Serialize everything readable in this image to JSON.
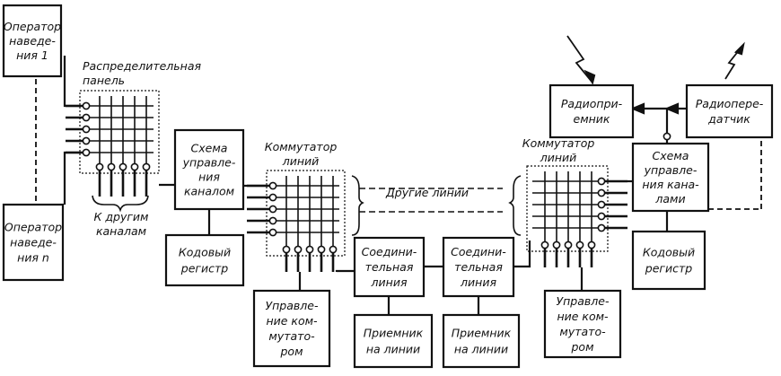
{
  "blocks": {
    "operator1": [
      "Оператор",
      "наведе-",
      "ния 1"
    ],
    "operatorN": [
      "Оператор",
      "наведе-",
      "ния n"
    ],
    "distPanel": [
      "Распределительная",
      "панель"
    ],
    "toOtherChannels": [
      "К другим",
      "каналам"
    ],
    "channelCtrlLeft": [
      "Схема",
      "управле-",
      "ния",
      "каналом"
    ],
    "codeRegLeft": [
      "Кодовый",
      "регистр"
    ],
    "switchLeftTitle": [
      "Коммутатор",
      "линий"
    ],
    "switchCtrlLeft": [
      "Управле-",
      "ние ком-",
      "мутато-",
      "ром"
    ],
    "otherLines": "Другие линии",
    "connLine1": [
      "Соедини-",
      "тельная",
      "линия"
    ],
    "connLine2": [
      "Соедини-",
      "тельная",
      "линия"
    ],
    "lineRecv1": [
      "Приемник",
      "на линии"
    ],
    "lineRecv2": [
      "Приемник",
      "на линии"
    ],
    "switchRightTitle": [
      "Коммутатор",
      "линий"
    ],
    "switchCtrlRight": [
      "Управле-",
      "ние ком-",
      "мутато-",
      "ром"
    ],
    "radioRecv": [
      "Радиопри-",
      "емник"
    ],
    "radioTrans": [
      "Радиопере-",
      "датчик"
    ],
    "channelCtrlRight": [
      "Схема",
      "управле-",
      "ния кана-",
      "лами"
    ],
    "codeRegRight": [
      "Кодовый",
      "регистр"
    ]
  }
}
